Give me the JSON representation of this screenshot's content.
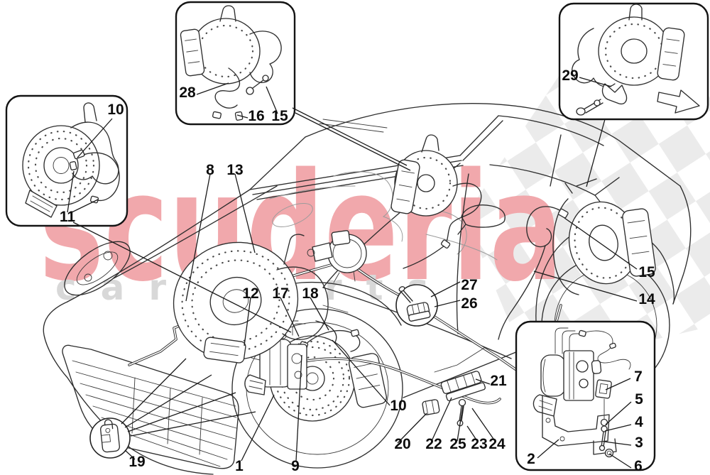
{
  "watermark": {
    "brand": "scuderia",
    "tagline": "car parts",
    "brand_color": "#f1a8ac",
    "tagline_color": "#d8d8d8",
    "flag_color": "#ebebeb"
  },
  "diagram": {
    "line_color": "#2e2e2e",
    "label_color": "#0d0d0d",
    "subject": "brake-system-parts-diagram"
  },
  "labels": {
    "l1": "1",
    "l2": "2",
    "l3": "3",
    "l4": "4",
    "l5": "5",
    "l6": "6",
    "l7": "7",
    "l8": "8",
    "l9": "9",
    "l10a": "10",
    "l10b": "10",
    "l11": "11",
    "l12": "12",
    "l13": "13",
    "l14": "14",
    "l15a": "15",
    "l15b": "15",
    "l16": "16",
    "l17": "17",
    "l18": "18",
    "l19": "19",
    "l20": "20",
    "l21": "21",
    "l22": "22",
    "l23": "23",
    "l24": "24",
    "l25": "25",
    "l26": "26",
    "l27": "27",
    "l28": "28",
    "l29": "29"
  }
}
